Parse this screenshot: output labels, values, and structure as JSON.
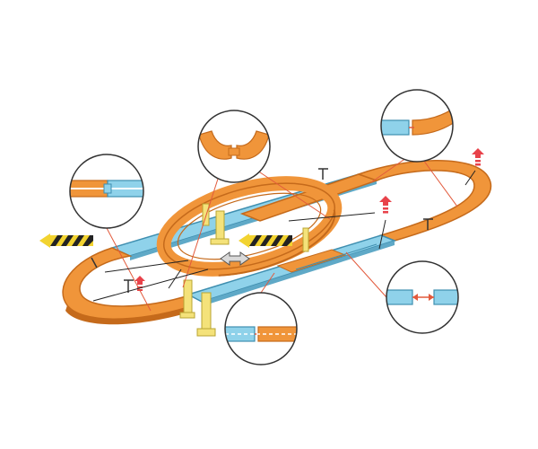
{
  "diagram": {
    "background": "#ffffff",
    "colors": {
      "track_orange": "#f0953a",
      "track_orange_dark": "#c56a1b",
      "track_blue": "#8fd2ea",
      "track_blue_dark": "#3f8fb0",
      "support_yellow": "#f4e27a",
      "support_yellow_dark": "#b9a432",
      "callout_line": "#e25a3c",
      "pointer_line": "#222222",
      "up_arrow": "#e8424a",
      "hazard_yellow": "#f2d330",
      "hazard_black": "#222222"
    },
    "callouts": [
      {
        "name": "detail-orange-blue-joint-left",
        "icon": "track-joint-detail"
      },
      {
        "name": "detail-curved-orange-joint-top",
        "icon": "track-joint-detail"
      },
      {
        "name": "detail-blue-orange-joint-top-right",
        "icon": "track-joint-detail"
      },
      {
        "name": "detail-blue-blue-joint-right",
        "icon": "track-joint-detail"
      },
      {
        "name": "detail-blue-orange-joint-bottom",
        "icon": "track-joint-detail"
      }
    ],
    "icons": [
      "up-arrow-icon",
      "left-right-arrow-icon",
      "hazard-arrow-icon",
      "lamp-post-icon"
    ]
  }
}
